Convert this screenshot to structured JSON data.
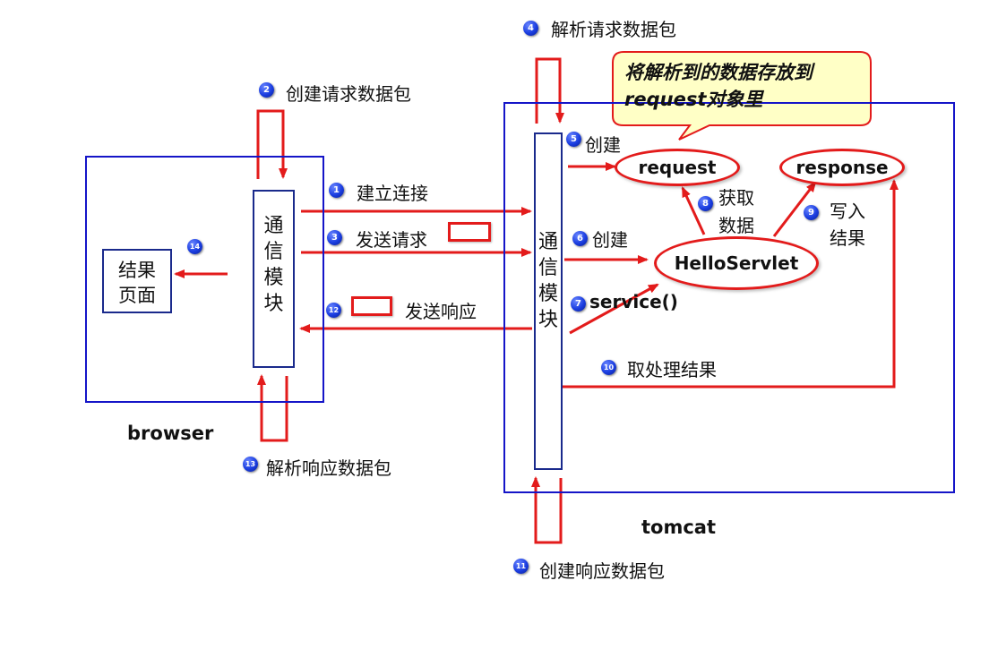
{
  "browser": {
    "name": "browser",
    "module_label": [
      "通",
      "信",
      "模",
      "块"
    ],
    "result_page_label": [
      "结果",
      "页面"
    ]
  },
  "tomcat": {
    "name": "tomcat",
    "module_label": [
      "通",
      "信",
      "模",
      "块"
    ],
    "request_label": "request",
    "response_label": "response",
    "servlet_label": "HelloServlet",
    "service_label": "service()"
  },
  "callout": {
    "line1": "将解析到的数据存放到",
    "line2": "request对象里"
  },
  "steps": [
    {
      "num": "1",
      "text": "建立连接"
    },
    {
      "num": "2",
      "text": "创建请求数据包"
    },
    {
      "num": "3",
      "text": "发送请求"
    },
    {
      "num": "4",
      "text": "解析请求数据包"
    },
    {
      "num": "5",
      "text": "创建"
    },
    {
      "num": "6",
      "text": "创建"
    },
    {
      "num": "7",
      "text": ""
    },
    {
      "num": "8",
      "text_line1": "获取",
      "text_line2": "数据"
    },
    {
      "num": "9",
      "text_line1": "写入",
      "text_line2": "结果"
    },
    {
      "num": "10",
      "text": "取处理结果"
    },
    {
      "num": "11",
      "text": "创建响应数据包"
    },
    {
      "num": "12",
      "text": "发送响应"
    },
    {
      "num": "13",
      "text": "解析响应数据包"
    },
    {
      "num": "14",
      "text": ""
    }
  ],
  "colors": {
    "arrow": "#e31b1b",
    "box_border": "#1515c8",
    "badge": "#1a3de0",
    "callout_bg": "#ffffc6"
  }
}
